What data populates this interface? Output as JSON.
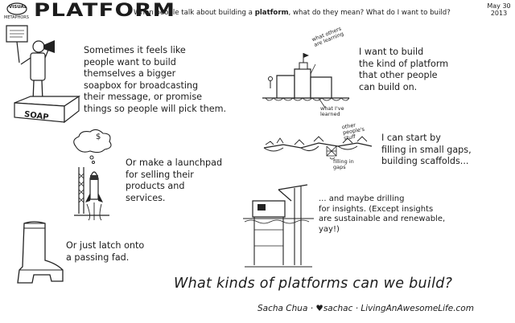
{
  "logo": {
    "line1": "VISUAL",
    "line2": "METAPHORS"
  },
  "header": {
    "title": "PLATFORM",
    "subtitle_pre": "When people talk about building a ",
    "subtitle_bold": "platform",
    "subtitle_post": ", what do they mean? What do I want to build?",
    "date_line1": "May 30",
    "date_line2": "2013"
  },
  "soapbox": {
    "text": "Sometimes it feels like\npeople want to build\nthemselves a bigger\nsoapbox for broadcasting\ntheir message, or promise\nthings so people will pick them.",
    "box_label": "SOAP"
  },
  "launchpad": {
    "text": "Or make a launchpad\nfor selling their\nproducts and\nservices.",
    "cloud_symbol": "$"
  },
  "fad": {
    "text": "Or just latch onto\na passing fad."
  },
  "build_on": {
    "text": "I want to build\nthe kind of platform\nthat other people\ncan build on.",
    "label_others": "what others\nare learning",
    "label_mine": "what I've\nlearned"
  },
  "gaps": {
    "text": "I can start by\nfilling in small gaps,\nbuilding scaffolds...",
    "label_others": "other\npeople's\nstuff",
    "label_gaps": "filling in\ngaps"
  },
  "drilling": {
    "text": "... and maybe drilling\nfor insights. (Except insights\nare sustainable and renewable,\nyay!)"
  },
  "question": "What kinds of platforms can we build?",
  "signature": {
    "name": "Sacha Chua",
    "handle": "sachac",
    "site": "LivingAnAwesomeLife.com"
  }
}
